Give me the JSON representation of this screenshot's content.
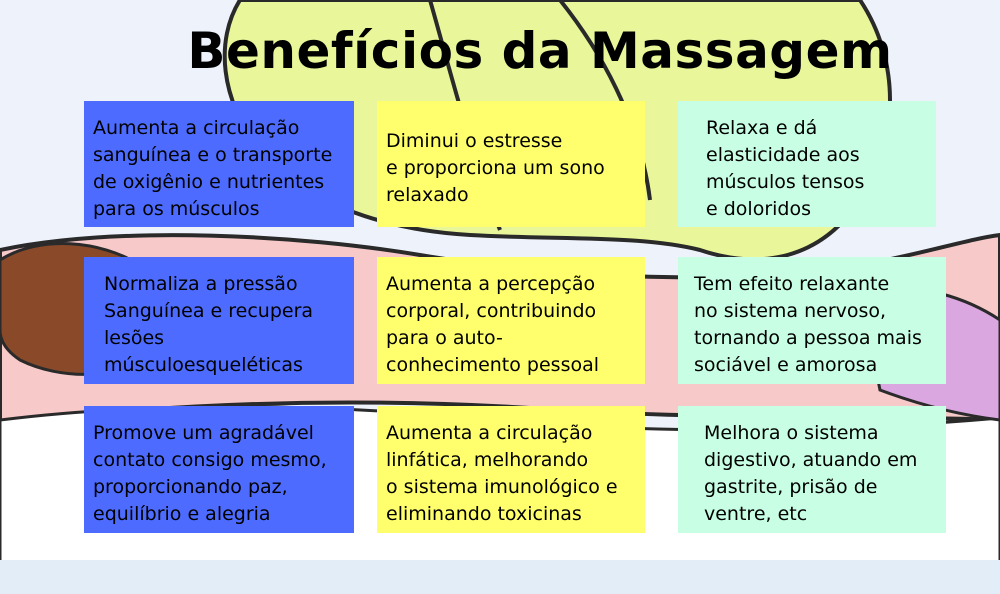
{
  "title": "Benefícios da Massagem",
  "colors": {
    "blue": "#4d6cff",
    "yellow": "#ffff6e",
    "mint": "#c8ffe4"
  },
  "cards": [
    {
      "text": "Aumenta a circulação\nsanguínea e o transporte\nde oxigênio e nutrientes\npara os músculos"
    },
    {
      "text": "Diminui o estresse\ne proporciona um sono\nrelaxado"
    },
    {
      "text": "Relaxa e dá\nelasticidade aos\nmúsculos tensos\ne doloridos"
    },
    {
      "text": "Normaliza a pressão\nSanguínea e recupera\nlesões\nmúsculoesqueléticas"
    },
    {
      "text": "Aumenta a percepção\ncorporal, contribuindo\npara o auto-\nconhecimento pessoal"
    },
    {
      "text": "Tem efeito relaxante\nno sistema nervoso,\ntornando a pessoa mais\nsociável e amorosa"
    },
    {
      "text": "Promove um agradável\ncontato consigo mesmo,\nproporcionando paz,\nequilíbrio e alegria"
    },
    {
      "text": "Aumenta a circulação\nlinfática, melhorando\no sistema imunológico e\neliminando toxicinas"
    },
    {
      "text": "Melhora o sistema\ndigestivo, atuando em\ngastrite, prisão de\nventre, etc"
    }
  ]
}
